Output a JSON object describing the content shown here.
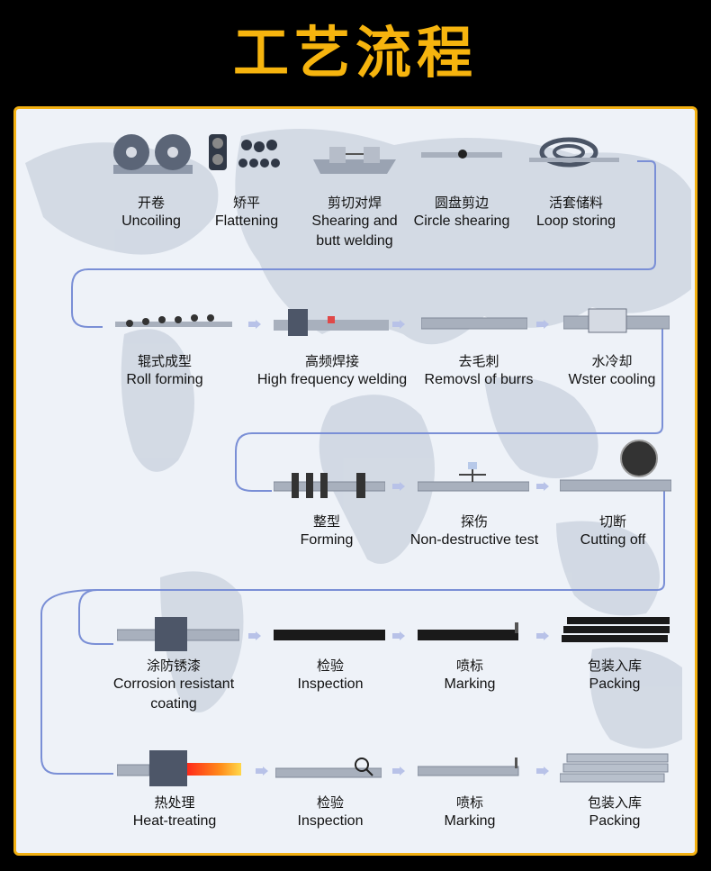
{
  "title": "工艺流程",
  "colors": {
    "accent": "#f6b40e",
    "panel_border": "#f2b012",
    "flow_line": "#7a8fd6",
    "label": "#111111"
  },
  "rows": [
    [
      {
        "zh": "开卷",
        "en": "Uncoiling"
      },
      {
        "zh": "矫平",
        "en": "Flattening"
      },
      {
        "zh": "剪切对焊",
        "en": "Shearing and butt welding"
      },
      {
        "zh": "圆盘剪边",
        "en": "Circle shearing"
      },
      {
        "zh": "活套储料",
        "en": "Loop storing"
      }
    ],
    [
      {
        "zh": "辊式成型",
        "en": "Roll forming"
      },
      {
        "zh": "高频焊接",
        "en": "High frequency welding"
      },
      {
        "zh": "去毛刺",
        "en": "Removsl of burrs"
      },
      {
        "zh": "水冷却",
        "en": "Wster cooling"
      }
    ],
    [
      {
        "zh": "整型",
        "en": "Forming"
      },
      {
        "zh": "探伤",
        "en": "Non-destructive test"
      },
      {
        "zh": "切断",
        "en": "Cutting off"
      }
    ],
    [
      {
        "zh": "涂防锈漆",
        "en": "Corrosion resistant coating"
      },
      {
        "zh": "检验",
        "en": "Inspection"
      },
      {
        "zh": "喷标",
        "en": "Marking"
      },
      {
        "zh": "包装入库",
        "en": "Packing"
      }
    ],
    [
      {
        "zh": "热处理",
        "en": "Heat-treating"
      },
      {
        "zh": "检验",
        "en": "Inspection"
      },
      {
        "zh": "喷标",
        "en": "Marking"
      },
      {
        "zh": "包装入库",
        "en": "Packing"
      }
    ]
  ]
}
